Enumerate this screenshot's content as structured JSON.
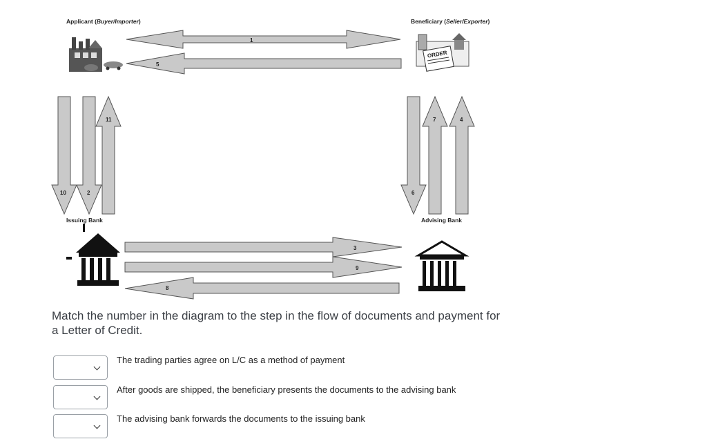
{
  "diagram": {
    "applicant": {
      "prefix": "Applicant (",
      "role": "Buyer/Importer",
      "suffix": ")"
    },
    "beneficiary": {
      "prefix": "Beneficiary (",
      "role": "Seller/Exporter",
      "suffix": ")"
    },
    "issuing_bank": "Issuing Bank",
    "advising_bank": "Advising Bank",
    "order_stamp": "ORDER",
    "arrows": {
      "a1": "1",
      "a2": "2",
      "a3": "3",
      "a4": "4",
      "a5": "5",
      "a6": "6",
      "a7": "7",
      "a8": "8",
      "a9": "9",
      "a10": "10",
      "a11": "11"
    }
  },
  "question": "Match the number in the diagram to the step in the flow of documents and payment for a Letter of Credit.",
  "matches": [
    {
      "selected": "",
      "statement": "The trading parties agree on L/C as a method of payment"
    },
    {
      "selected": "",
      "statement": "After goods are shipped, the beneficiary presents the documents to the advising bank"
    },
    {
      "selected": "",
      "statement": "The advising bank forwards the documents to the issuing bank"
    }
  ],
  "colors": {
    "arrow_fill": "#c9c9c9",
    "arrow_stroke": "#555555",
    "text": "#3b3f45"
  }
}
